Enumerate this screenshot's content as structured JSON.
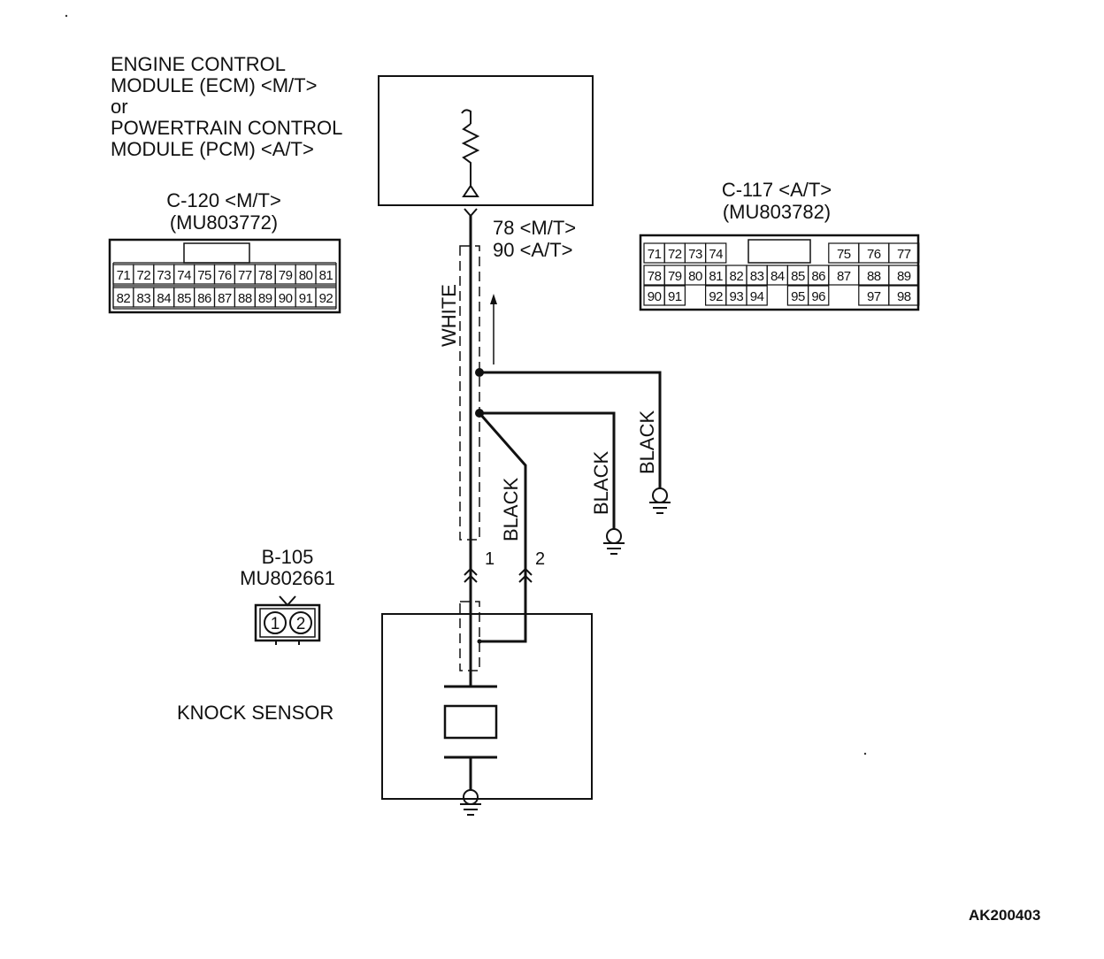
{
  "ecm": {
    "title_lines": [
      "ENGINE CONTROL",
      "MODULE (ECM) <M/T>",
      "or",
      "POWERTRAIN CONTROL",
      "MODULE (PCM) <A/T>"
    ]
  },
  "connector_c120": {
    "name": "C-120 <M/T>",
    "part": "(MU803772)",
    "row1": [
      "71",
      "72",
      "73",
      "74",
      "75",
      "76",
      "77",
      "78",
      "79",
      "80",
      "81"
    ],
    "row2": [
      "82",
      "83",
      "84",
      "85",
      "86",
      "87",
      "88",
      "89",
      "90",
      "91",
      "92"
    ]
  },
  "connector_c117": {
    "name": "C-117 <A/T>",
    "part": "(MU803782)",
    "row1": [
      "71",
      "72",
      "73",
      "74",
      "75",
      "76",
      "77"
    ],
    "row2": [
      "78",
      "79",
      "80",
      "81",
      "82",
      "83",
      "84",
      "85",
      "86",
      "87",
      "88",
      "89"
    ],
    "row3": [
      "90",
      "91",
      "92",
      "93",
      "94",
      "95",
      "96",
      "97",
      "98"
    ]
  },
  "ecm_terminal": {
    "mt": "78 <M/T>",
    "at": "90 <A/T>"
  },
  "wires": {
    "signal_color": "WHITE",
    "shield_color": "BLACK",
    "ground1_color": "BLACK",
    "ground2_color": "BLACK"
  },
  "sensor_terminals": {
    "pin1": "1",
    "pin2": "2"
  },
  "connector_b105": {
    "name": "B-105",
    "part": "MU802661",
    "pins": [
      "1",
      "2"
    ]
  },
  "knock_sensor": {
    "label": "KNOCK SENSOR"
  },
  "figure_id": "AK200403",
  "colors": {
    "line": "#111111",
    "background": "#ffffff"
  }
}
